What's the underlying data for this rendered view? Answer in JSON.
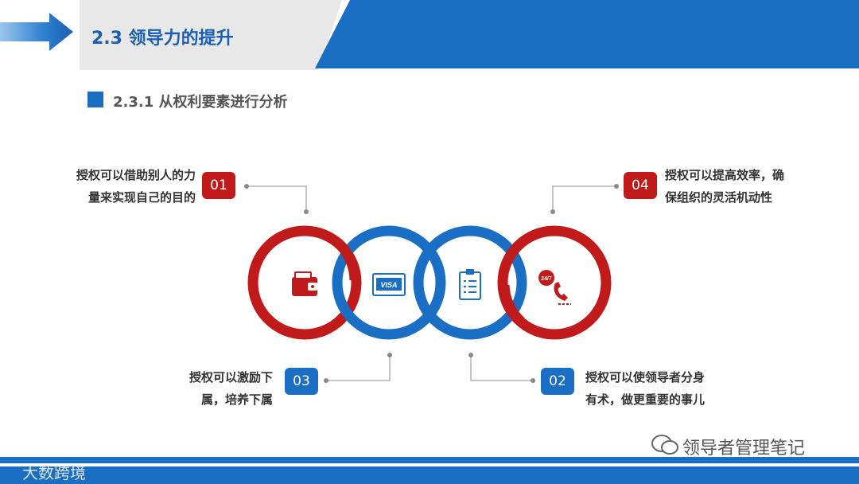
{
  "header": {
    "title": "2.3 领导力的提升"
  },
  "section": {
    "subtitle": "2.3.1 从权利要素进行分析"
  },
  "items": [
    {
      "num": "01",
      "text_line1": "授权可以借助别人的力",
      "text_line2": "量来实现自己的目的",
      "icon": "wallet-icon",
      "color": "#c01a1a"
    },
    {
      "num": "02",
      "text_line1": "授权可以使领导者分身",
      "text_line2": "有术，做更重要的事儿",
      "icon": "clipboard-icon",
      "color": "#1a6fc4"
    },
    {
      "num": "03",
      "text_line1": "授权可以激励下",
      "text_line2": "属，培养下属",
      "icon": "visa-card-icon",
      "color": "#1a6fc4"
    },
    {
      "num": "04",
      "text_line1": "授权可以提高效率，确",
      "text_line2": "保组织的灵活机动性",
      "icon": "phone-24-7-icon",
      "color": "#c01a1a"
    }
  ],
  "icons": {
    "visa_text": "VISA",
    "phone_text": "24/7"
  },
  "watermark": {
    "left": "大数跨境",
    "right": "领导者管理笔记"
  },
  "colors": {
    "red": "#c01a1a",
    "blue": "#1a6fc4",
    "accent_blue": "#1a5fb4"
  }
}
